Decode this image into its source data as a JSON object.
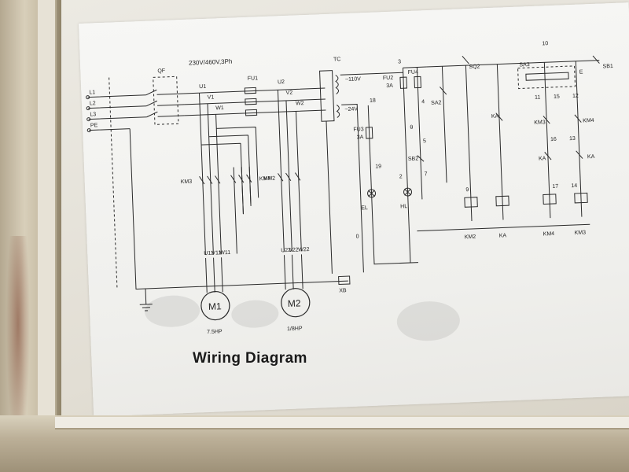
{
  "sheet": {
    "title": "Wiring Diagram",
    "supply": "230V/460V,3Ph",
    "phases": [
      "L1",
      "L2",
      "L3",
      "PE"
    ],
    "breaker": "QF",
    "fuse_main": "FU1",
    "terminals_motor1_top": [
      "U1",
      "V1",
      "W1"
    ],
    "terminals_motor2_top": [
      "U2",
      "V2",
      "W2"
    ],
    "contactors": {
      "km3": "KM3",
      "km4": "KM4",
      "km2": "KM2"
    },
    "motor1": {
      "name": "M1",
      "power": "7.5HP",
      "terms": [
        "U11",
        "V11",
        "W11"
      ]
    },
    "motor2": {
      "name": "M2",
      "power": "1/8HP",
      "terms": [
        "U22",
        "V22",
        "W22"
      ]
    },
    "xb": "XB",
    "transformer": {
      "name": "TC",
      "v110": "~110V",
      "v24": "~24V"
    },
    "fu2": {
      "name": "FU2",
      "rating": "3A"
    },
    "fu4": "FU4",
    "fu3": {
      "name": "FU3",
      "rating": "3A"
    },
    "lamps": {
      "el": "EL",
      "hl": "HL",
      "theta": "θ"
    },
    "switches": {
      "sa2": "SA2",
      "sq2": "SQ2",
      "sb2": "SB2",
      "sb1": "SB1",
      "sa3": "SA3",
      "e": "E"
    },
    "nodes": [
      "3",
      "18",
      "19",
      "4",
      "5",
      "7",
      "2",
      "0",
      "9",
      "10",
      "11",
      "15",
      "12",
      "16",
      "13",
      "17",
      "14"
    ],
    "coils": [
      "KM2",
      "KA",
      "KM4",
      "KM3"
    ],
    "relay_ka": "KA",
    "contact_labels": {
      "km3": "KM3",
      "km4": "KM4"
    }
  }
}
